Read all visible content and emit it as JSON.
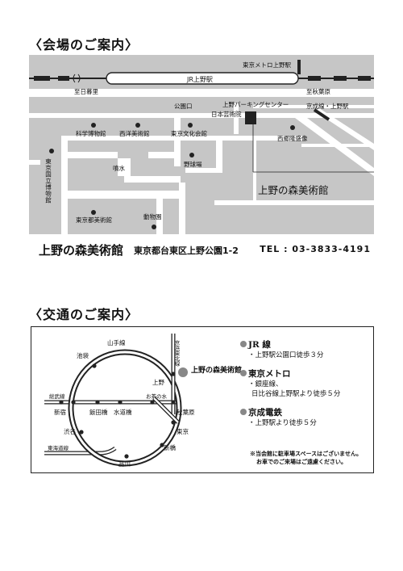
{
  "venue_section": {
    "title": "〈会場のご案内〉",
    "map_labels": {
      "metro_ueno": "東京メトロ上野駅",
      "jr_ueno": "JR上野駅",
      "to_nippori": "至日暮里",
      "to_akihabara": "至秋葉原",
      "koenguchi": "公園口",
      "ueno_parking": "上野パーキングセンター",
      "keisei_ueno": "京成線・上野駅",
      "nihon_geijutsuin": "日本芸術院",
      "kagaku_hakubutsukan": "科学博物館",
      "seiyo_bijutsukan": "西洋美術館",
      "tokyo_bunka_kaikan": "東京文化会館",
      "saigo_takamori": "西郷隆盛像",
      "tokyo_kokuritsu_hakubutsukan": "東京国立博物館",
      "seisui": "噴水",
      "yakyujo": "野球場",
      "tokyo_toritsu_bijutsukan": "東京都美術館",
      "dobutsuen": "動物園",
      "venue_name": "上野の森美術館"
    }
  },
  "address": {
    "name": "上野の森美術館",
    "text": "東京都台東区上野公園1-2",
    "tel": "TEL : 03-3833-4191"
  },
  "access_section": {
    "title": "〈交通のご案内〉",
    "rail_labels": {
      "yamanote": "山手線",
      "keihin_tohoku": "京浜東北線",
      "ikebukuro": "池袋",
      "ueno": "上野",
      "venue": "上野の森美術館",
      "sobu": "総武線",
      "ochanomizu": "お茶の水",
      "akihabara": "秋葉原",
      "shinjuku": "新宿",
      "iidabashi": "飯田橋",
      "suidobashi": "水道橋",
      "tokyo": "東京",
      "shibuya": "渋谷",
      "tokaido": "東海道線",
      "shimbashi": "新橋",
      "shinagawa": "品川"
    },
    "info": [
      {
        "heading": "JR 線",
        "lines": [
          "・上野駅公園口徒歩３分"
        ]
      },
      {
        "heading": "東京メトロ",
        "lines": [
          "・銀座線、",
          "日比谷線上野駅より徒歩５分"
        ]
      },
      {
        "heading": "京成電鉄",
        "lines": [
          "・上野駅より徒歩５分"
        ]
      }
    ],
    "notice": [
      "※当会館に駐車場スペースはございません。",
      "お車でのご来場はご遠慮ください。"
    ]
  },
  "colors": {
    "map_gray": "#c8c8c8",
    "road": "#ffffff",
    "ink": "#111111",
    "station_dot": "#888888"
  }
}
